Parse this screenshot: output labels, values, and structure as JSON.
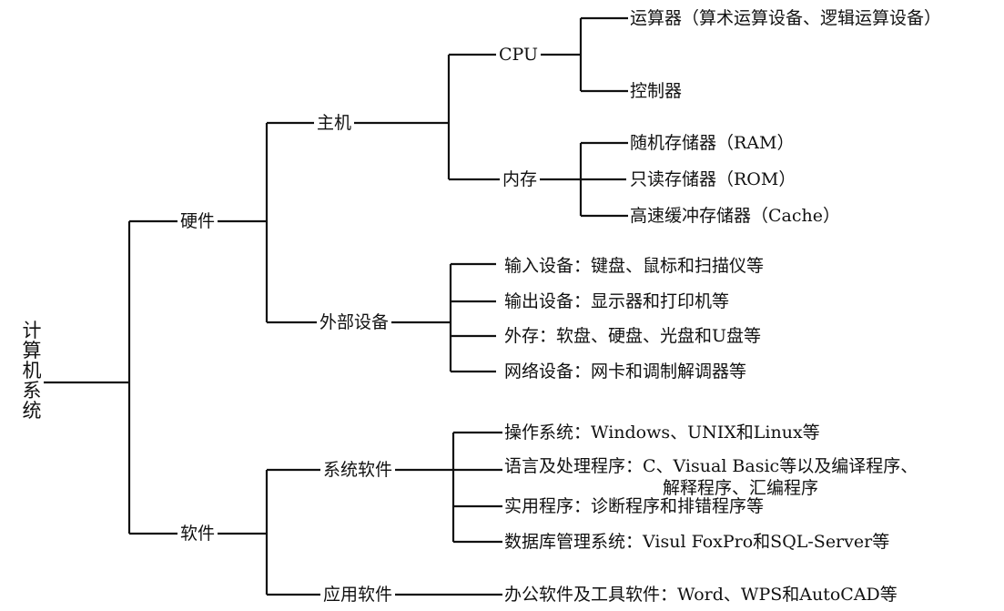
{
  "root": "计算机系统",
  "hardware": {
    "label": "硬件",
    "host": {
      "label": "主机",
      "cpu": {
        "label": "CPU",
        "items": [
          "运算器（算术运算设备、逻辑运算设备）",
          "控制器"
        ]
      },
      "memory": {
        "label": "内存",
        "items": [
          "随机存储器（RAM）",
          "只读存储器（ROM）",
          "高速缓冲存储器（Cache）"
        ]
      }
    },
    "peripherals": {
      "label": "外部设备",
      "items": [
        "输入设备：键盘、鼠标和扫描仪等",
        "输出设备：显示器和打印机等",
        "外存：软盘、硬盘、光盘和U盘等",
        "网络设备：网卡和调制解调器等"
      ]
    }
  },
  "software": {
    "label": "软件",
    "system": {
      "label": "系统软件",
      "items": [
        "操作系统：Windows、UNIX和Linux等",
        "语言及处理程序：C、Visual Basic等以及编译程序、",
        "实用程序：诊断程序和排错程序等",
        "数据库管理系统：Visul FoxPro和SQL-Server等"
      ],
      "item2_continuation": "解释程序、汇编程序"
    },
    "application": {
      "label": "应用软件",
      "items": [
        "办公软件及工具软件：Word、WPS和AutoCAD等"
      ]
    }
  }
}
